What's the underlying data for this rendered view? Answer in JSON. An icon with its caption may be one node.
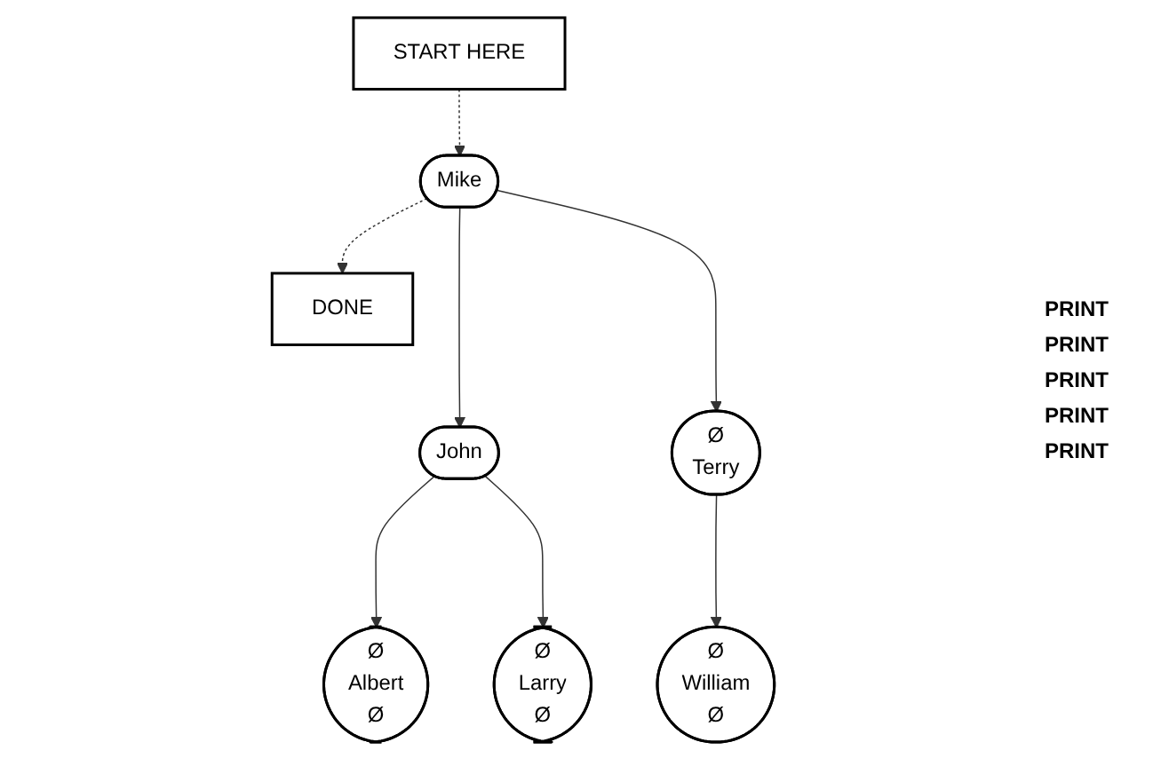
{
  "diagram": {
    "nodes": [
      {
        "text": [
          "START HERE"
        ]
      },
      {
        "text": [
          "DONE"
        ]
      },
      {
        "text": [
          "Mike"
        ]
      },
      {
        "text": [
          "John"
        ]
      },
      {
        "text": [
          "Ø",
          "Terry"
        ]
      },
      {
        "text": [
          "Ø",
          "Albert",
          "Ø"
        ]
      },
      {
        "text": [
          "Ø",
          "Larry",
          "Ø"
        ]
      },
      {
        "text": [
          "Ø",
          "William",
          "Ø"
        ]
      }
    ],
    "edges": [
      {
        "from": 0,
        "to": 2,
        "arrow": "to",
        "style": "dashed"
      },
      {
        "from": 2,
        "to": 3,
        "arrow": "to"
      },
      {
        "from": 2,
        "to": 4,
        "arrow": "to"
      },
      {
        "from": 3,
        "to": 5,
        "arrow": "to"
      },
      {
        "from": 3,
        "to": 6,
        "arrow": "to"
      },
      {
        "from": 4,
        "to": 7,
        "arrow": "to"
      },
      {
        "from": 2,
        "to": 1,
        "arrow": "to",
        "style": "dashed"
      }
    ],
    "labels": [
      "PRINT",
      "PRINT",
      "PRINT",
      "PRINT",
      "PRINT"
    ]
  }
}
